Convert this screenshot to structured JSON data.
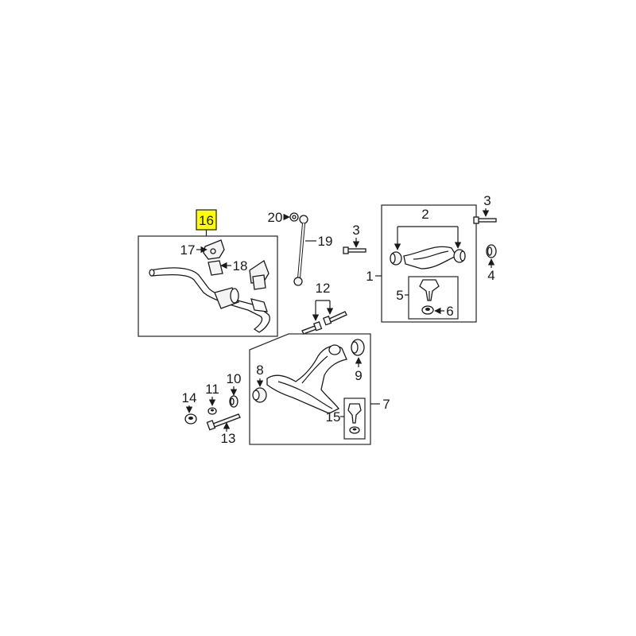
{
  "callouts": {
    "c1": "1",
    "c2": "2",
    "c3a": "3",
    "c3b": "3",
    "c4": "4",
    "c5": "5",
    "c6": "6",
    "c7": "7",
    "c8": "8",
    "c9": "9",
    "c10": "10",
    "c11": "11",
    "c12": "12",
    "c13": "13",
    "c14": "14",
    "c15": "15",
    "c16": "16",
    "c17": "17",
    "c18": "18",
    "c19": "19",
    "c20": "20"
  },
  "colors": {
    "highlight": "#ffff00",
    "line": "#1a1a1a",
    "background": "#ffffff"
  },
  "highlighted_callout": "16"
}
